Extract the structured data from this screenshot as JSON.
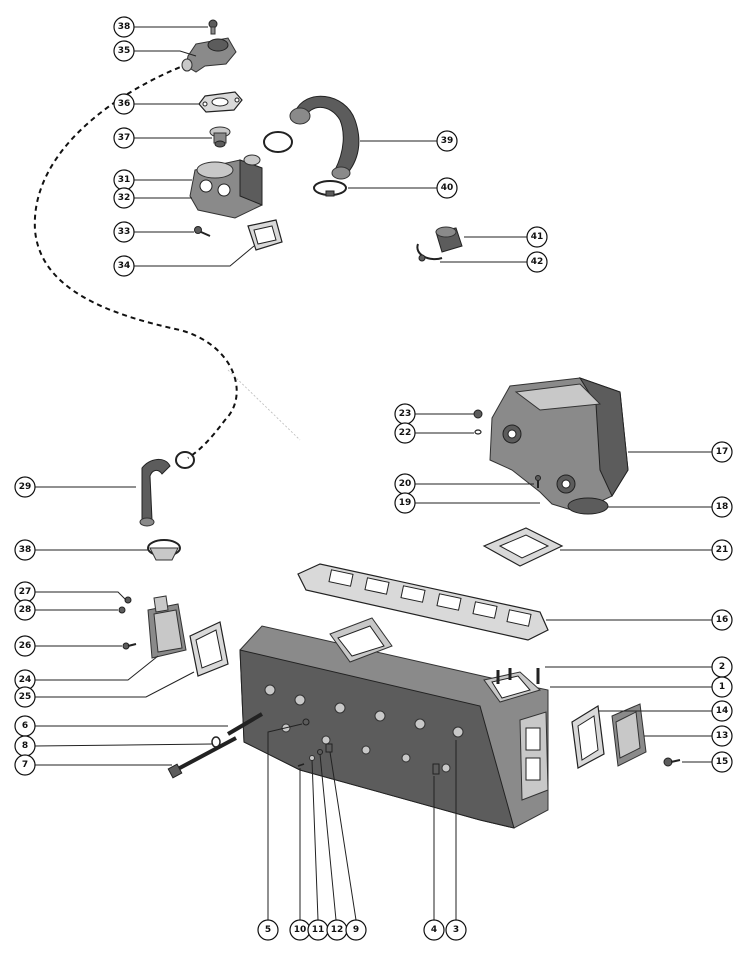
{
  "callouts": [
    {
      "id": "c38a",
      "label": "38"
    },
    {
      "id": "c35",
      "label": "35"
    },
    {
      "id": "c36",
      "label": "36"
    },
    {
      "id": "c37",
      "label": "37"
    },
    {
      "id": "c31",
      "label": "31"
    },
    {
      "id": "c32",
      "label": "32"
    },
    {
      "id": "c33",
      "label": "33"
    },
    {
      "id": "c34",
      "label": "34"
    },
    {
      "id": "c39",
      "label": "39"
    },
    {
      "id": "c40",
      "label": "40"
    },
    {
      "id": "c41",
      "label": "41"
    },
    {
      "id": "c42",
      "label": "42"
    },
    {
      "id": "c23",
      "label": "23"
    },
    {
      "id": "c22",
      "label": "22"
    },
    {
      "id": "c17",
      "label": "17"
    },
    {
      "id": "c20",
      "label": "20"
    },
    {
      "id": "c19",
      "label": "19"
    },
    {
      "id": "c18",
      "label": "18"
    },
    {
      "id": "c21",
      "label": "21"
    },
    {
      "id": "c16",
      "label": "16"
    },
    {
      "id": "c29",
      "label": "29"
    },
    {
      "id": "c38b",
      "label": "38"
    },
    {
      "id": "c27",
      "label": "27"
    },
    {
      "id": "c28",
      "label": "28"
    },
    {
      "id": "c26",
      "label": "26"
    },
    {
      "id": "c24",
      "label": "24"
    },
    {
      "id": "c25",
      "label": "25"
    },
    {
      "id": "c6a",
      "label": "6"
    },
    {
      "id": "c8",
      "label": "8"
    },
    {
      "id": "c7",
      "label": "7"
    },
    {
      "id": "c2",
      "label": "2"
    },
    {
      "id": "c1",
      "label": "1"
    },
    {
      "id": "c14",
      "label": "14"
    },
    {
      "id": "c13",
      "label": "13"
    },
    {
      "id": "c15",
      "label": "15"
    },
    {
      "id": "c5",
      "label": "5"
    },
    {
      "id": "c10",
      "label": "10"
    },
    {
      "id": "c11",
      "label": "11"
    },
    {
      "id": "c12",
      "label": "12"
    },
    {
      "id": "c9",
      "label": "9"
    },
    {
      "id": "c4",
      "label": "4"
    },
    {
      "id": "c3",
      "label": "3"
    }
  ],
  "colors": {
    "ink": "#111111",
    "metal": "#8a8a8a",
    "metal_dark": "#5c5c5c",
    "gasket": "#d9d9d9",
    "paper": "#ffffff"
  }
}
